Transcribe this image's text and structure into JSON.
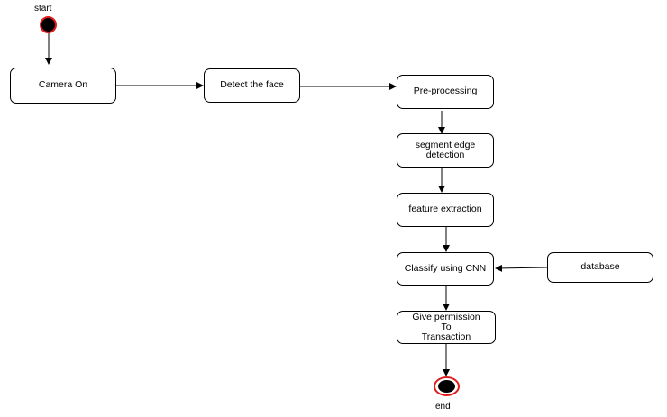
{
  "diagram": {
    "start_label": "start",
    "end_label": "end",
    "nodes": {
      "camera_on": "Camera On",
      "detect_face": "Detect the face",
      "pre_processing": "Pre-processing",
      "segment_edge": "segment edge\ndetection",
      "feature_extraction": "feature extraction",
      "classify_cnn": "Classify using CNN",
      "database": "database",
      "give_permission": "Give permission\nTo\nTransaction"
    },
    "edges": [
      {
        "from": "start",
        "to": "camera_on"
      },
      {
        "from": "camera_on",
        "to": "detect_face"
      },
      {
        "from": "detect_face",
        "to": "pre_processing"
      },
      {
        "from": "pre_processing",
        "to": "segment_edge"
      },
      {
        "from": "segment_edge",
        "to": "feature_extraction"
      },
      {
        "from": "feature_extraction",
        "to": "classify_cnn"
      },
      {
        "from": "database",
        "to": "classify_cnn"
      },
      {
        "from": "classify_cnn",
        "to": "give_permission"
      },
      {
        "from": "give_permission",
        "to": "end"
      }
    ]
  }
}
